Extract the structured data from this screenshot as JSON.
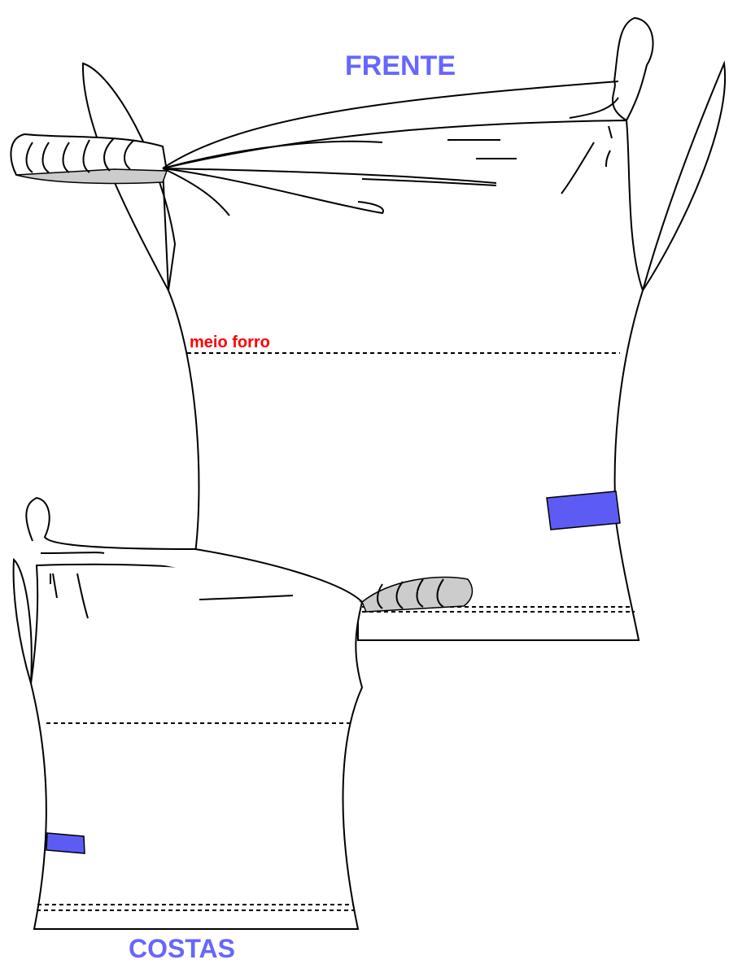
{
  "labels": {
    "front": "FRENTE",
    "back": "COSTAS",
    "half_lining": "meio forro"
  },
  "colors": {
    "label_blue": "#6666ff",
    "patch_blue": "#5c5cf5",
    "lining_red": "#ff0000",
    "gather_gray": "#cccccc"
  }
}
